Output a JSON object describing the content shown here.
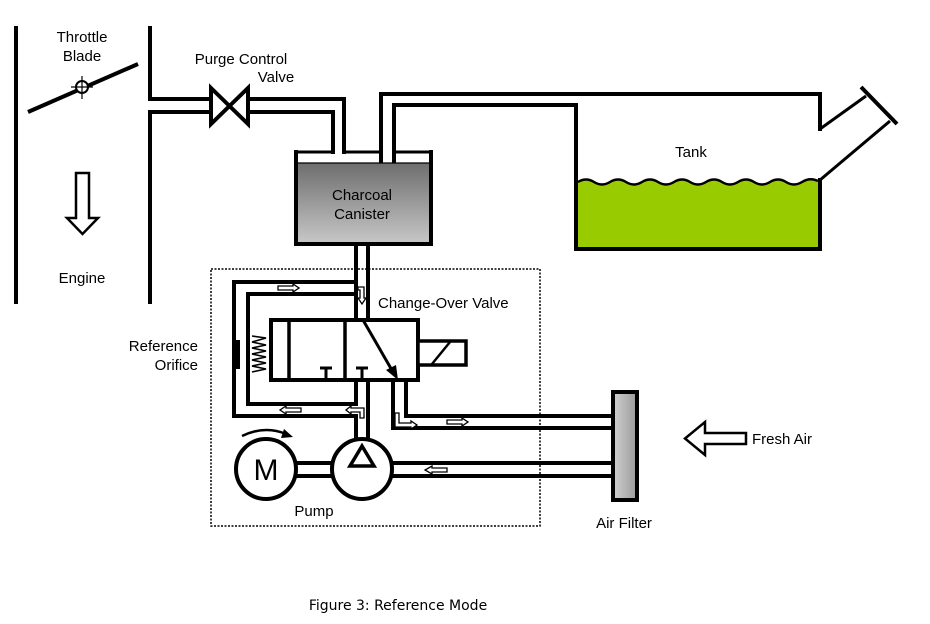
{
  "figure": {
    "caption": "Figure 3: Reference Mode",
    "mode": "Reference Mode"
  },
  "labels": {
    "throttle_line1": "Throttle",
    "throttle_line2": "Blade",
    "engine": "Engine",
    "purge_line1": "Purge Control",
    "purge_line2": "Valve",
    "canister_line1": "Charcoal",
    "canister_line2": "Canister",
    "tank": "Tank",
    "changeover_valve": "Change-Over Valve",
    "reference_line1": "Reference",
    "reference_line2": "Orifice",
    "fresh_air": "Fresh Air",
    "air_filter": "Air Filter",
    "pump": "Pump",
    "motor_symbol": "M"
  },
  "colors": {
    "fuel": "#99cc00",
    "canister_top": "#6e6e6e",
    "canister_bottom": "#c8c8c8",
    "filter_light": "#d0d0d0",
    "filter_dark": "#9a9a9a",
    "line": "#000000",
    "background": "#ffffff"
  },
  "components": [
    {
      "id": "throttle-blade",
      "type": "throttle-valve"
    },
    {
      "id": "engine-intake",
      "type": "duct",
      "flow": "down"
    },
    {
      "id": "purge-control-valve",
      "type": "valve"
    },
    {
      "id": "charcoal-canister",
      "type": "canister"
    },
    {
      "id": "fuel-tank",
      "type": "tank"
    },
    {
      "id": "change-over-valve",
      "type": "solenoid-valve"
    },
    {
      "id": "reference-orifice",
      "type": "orifice"
    },
    {
      "id": "pump",
      "type": "pump"
    },
    {
      "id": "motor",
      "type": "motor"
    },
    {
      "id": "air-filter",
      "type": "filter"
    }
  ]
}
